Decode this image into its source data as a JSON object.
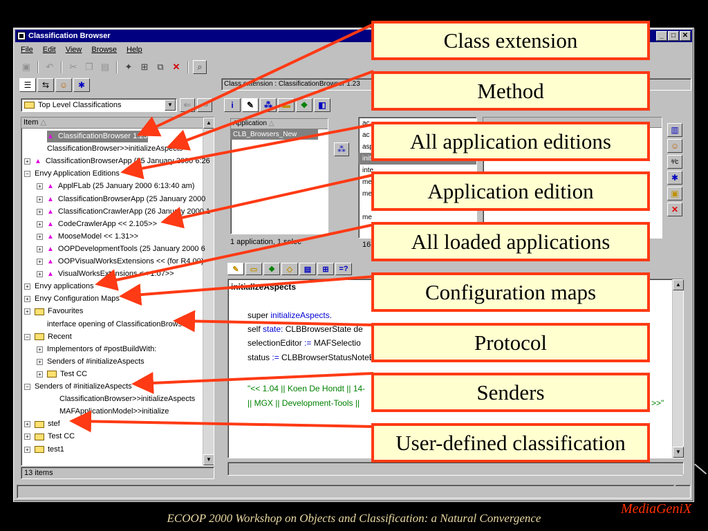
{
  "window": {
    "title": "Classification Browser",
    "buttons": [
      "_",
      "□",
      "✕"
    ]
  },
  "menu": [
    "File",
    "Edit",
    "View",
    "Browse",
    "Help"
  ],
  "toolbar": {
    "icons": [
      "save-icon",
      "undo-icon",
      "cut-icon",
      "copy-icon",
      "paste-icon",
      "new-classification-icon",
      "new-query-icon",
      "new-window-icon",
      "delete-icon",
      "inspect-icon"
    ],
    "delete_glyph": "✕"
  },
  "left": {
    "combo_value": "Top Level Classifications",
    "tree_header": "Item",
    "rows": [
      {
        "text": "ClassificationBrowser  1.23",
        "indent": 1,
        "sel": true,
        "icon": "tri"
      },
      {
        "text": "ClassificationBrowser>>initializeAspects",
        "indent": 1,
        "icon": "none"
      },
      {
        "text": "ClassificationBrowserApp (25 January 2000 6:26",
        "indent": 0,
        "icon": "tri",
        "exp": "+"
      },
      {
        "text": "Envy Application Editions",
        "indent": 0,
        "icon": "none",
        "exp": "−"
      },
      {
        "text": "ApplFLab (25 January 2000 6:13:40 am)",
        "indent": 1,
        "icon": "tri",
        "exp": "+"
      },
      {
        "text": "ClassificationBrowserApp (25 January 2000",
        "indent": 1,
        "icon": "tri",
        "exp": "+"
      },
      {
        "text": "ClassificationCrawlerApp (26 January 2000 1",
        "indent": 1,
        "icon": "tri",
        "exp": "+"
      },
      {
        "text": "CodeCrawlerApp << 2.105>>",
        "indent": 1,
        "icon": "tri",
        "exp": "+"
      },
      {
        "text": "MooseModel << 1.31>>",
        "indent": 1,
        "icon": "tri",
        "exp": "+"
      },
      {
        "text": "OOPDevelopmentTools (25 January 2000 6",
        "indent": 1,
        "icon": "tri",
        "exp": "+"
      },
      {
        "text": "OOPVisualWorksExtensions << (for R4.00) ",
        "indent": 1,
        "icon": "tri",
        "exp": "+"
      },
      {
        "text": "VisualWorksExtensions << 1.07>>",
        "indent": 1,
        "icon": "tri",
        "exp": "+"
      },
      {
        "text": "Envy applications",
        "indent": 0,
        "icon": "none",
        "exp": "+"
      },
      {
        "text": "Envy Configuration Maps",
        "indent": 0,
        "icon": "none",
        "exp": "+"
      },
      {
        "text": "Favourites",
        "indent": 0,
        "icon": "fold",
        "exp": "+"
      },
      {
        "text": "interface opening of ClassificationBrowser",
        "indent": 1,
        "icon": "none"
      },
      {
        "text": "Recent",
        "indent": 0,
        "icon": "fold",
        "exp": "−"
      },
      {
        "text": "Implementors of #postBuildWith:",
        "indent": 1,
        "icon": "none",
        "exp": "+"
      },
      {
        "text": "Senders of #initializeAspects",
        "indent": 1,
        "icon": "none",
        "exp": "+"
      },
      {
        "text": "Test CC",
        "indent": 1,
        "icon": "fold",
        "exp": "+"
      },
      {
        "text": "Senders of #initializeAspects",
        "indent": 0,
        "icon": "none",
        "exp": "−"
      },
      {
        "text": "ClassificationBrowser>>initializeAspects",
        "indent": 2,
        "icon": "none"
      },
      {
        "text": "MAFApplicationModel>>initialize",
        "indent": 2,
        "icon": "none"
      },
      {
        "text": "stef",
        "indent": 0,
        "icon": "fold",
        "exp": "+"
      },
      {
        "text": "Test CC",
        "indent": 0,
        "icon": "fold",
        "exp": "+"
      },
      {
        "text": "test1",
        "indent": 0,
        "icon": "fold",
        "exp": "+"
      }
    ],
    "status": "13 items"
  },
  "right": {
    "path": "Class extension : ClassificationBrowser 1.23",
    "app_header": "Application",
    "app_selected": "CLB_Browsers_New",
    "app_count": "1 application, 1 selec",
    "protocols": [
      "ac",
      "ac",
      "aspects",
      "initialize",
      "inte",
      "me",
      "menubar",
      "",
      "me"
    ],
    "method_count": "16",
    "editor": {
      "method": "initializeAspects",
      "line1_a": "super ",
      "line1_b": "initializeAspects.",
      "line2_a": "self ",
      "line2_b": "state:",
      "line2_c": " CLBBrowserState de",
      "line3_a": "selectionEditor ",
      "line3_b": ":=",
      "line3_c": " MAFSelectio",
      "line4_a": "status ",
      "line4_b": ":=",
      "line4_c": " CLBBrowserStatusNoteBook new",
      "comment1": "\"<< 1.04 || Koen De Hondt || 14-",
      "comment2": " || MGX || Development-Tools || ",
      "comment_end": ">>\""
    }
  },
  "callouts": [
    "Class extension",
    "Method",
    "All application editions",
    "Application edition",
    "All loaded applications",
    "Configuration maps",
    "Protocol",
    "Senders",
    "User-defined classification"
  ],
  "footer": "ECOOP 2000 Workshop on Objects and Classification: a Natural Convergence",
  "logo": "MediaGeniX",
  "colors": {
    "accent": "#ff3a14",
    "callout_bg": "#ffffd0",
    "titlebar": "#000080",
    "footer": "#e8d8a0"
  }
}
